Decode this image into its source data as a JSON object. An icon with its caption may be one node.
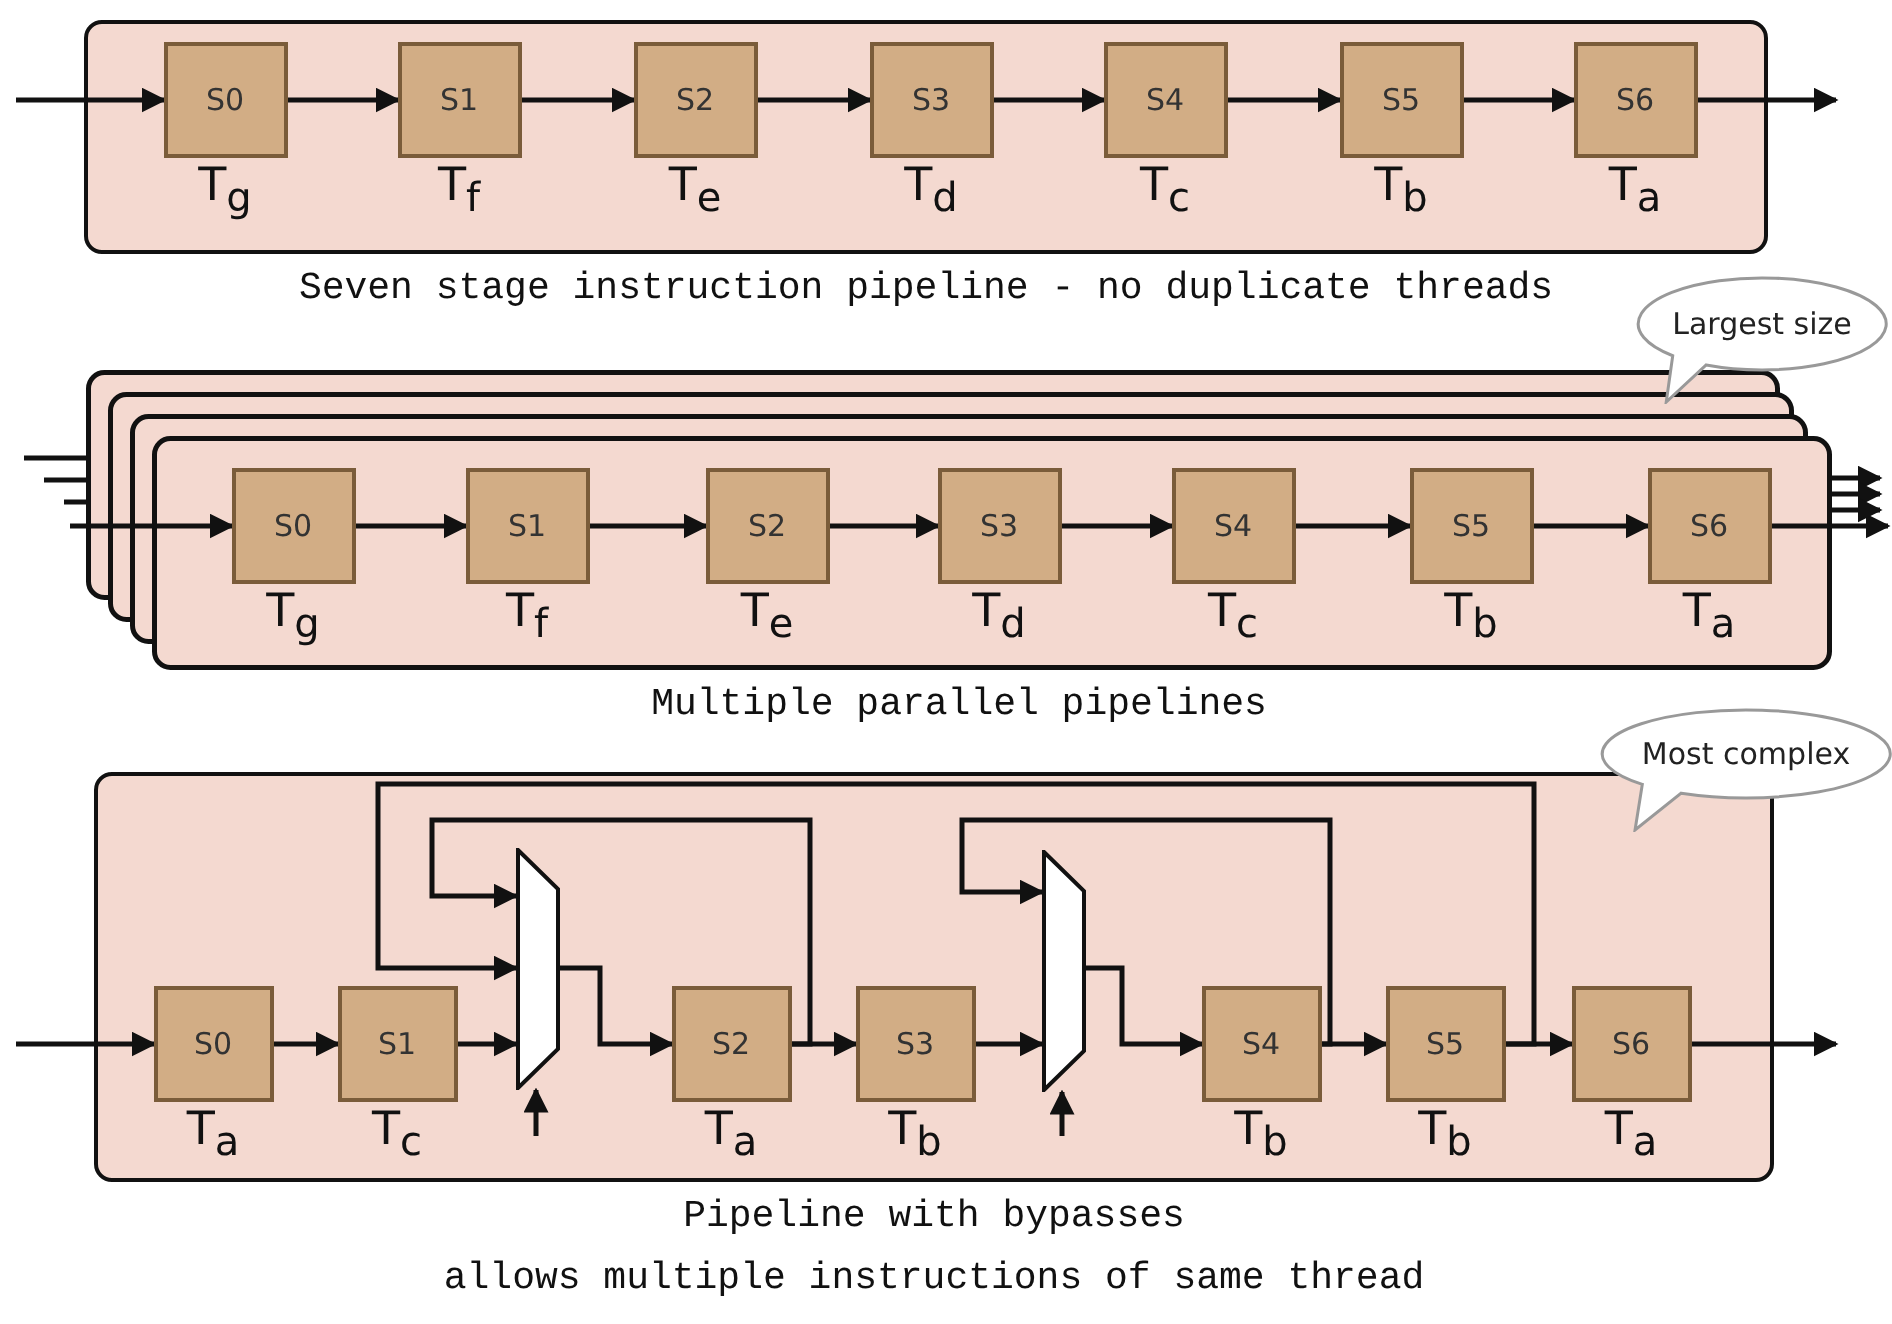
{
  "diagram": {
    "nodes": [
      {
        "text": [
          "Seven stage instruction pipeline - no duplicate threads"
        ]
      },
      {
        "text": [
          "S0"
        ],
        "beside": [
          "T$_{g}$"
        ],
        "in": 0
      },
      {
        "text": [
          "S1"
        ],
        "beside": [
          "T$_{f}$"
        ],
        "in": 0
      },
      {
        "text": [
          "S2"
        ],
        "beside": [
          "T$_{e}$"
        ],
        "in": 0
      },
      {
        "text": [
          "S3"
        ],
        "beside": [
          "T$_{d}$"
        ],
        "in": 0
      },
      {
        "text": [
          "S4"
        ],
        "beside": [
          "T$_{c}$"
        ],
        "in": 0
      },
      {
        "text": [
          "S5"
        ],
        "beside": [
          "T$_{b}$"
        ],
        "in": 0
      },
      {
        "text": [
          "S6"
        ],
        "beside": [
          "T$_{a}$"
        ],
        "in": 0
      },
      {
        "text": [
          "Largest size"
        ]
      },
      {
        "text": [
          "Multiple parallel pipelines"
        ]
      },
      {
        "text": [
          "S0"
        ],
        "beside": [
          "T$_{g}$"
        ],
        "in": 9
      },
      {
        "text": [
          "S1"
        ],
        "beside": [
          "T$_{f}$"
        ],
        "in": 9
      },
      {
        "text": [
          "S2"
        ],
        "beside": [
          "T$_{e}$"
        ],
        "in": 9
      },
      {
        "text": [
          "S3"
        ],
        "beside": [
          "T$_{d}$"
        ],
        "in": 9
      },
      {
        "text": [
          "S4"
        ],
        "beside": [
          "T$_{c}$"
        ],
        "in": 9
      },
      {
        "text": [
          "S5"
        ],
        "beside": [
          "T$_{b}$"
        ],
        "in": 9
      },
      {
        "text": [
          "S6"
        ],
        "beside": [
          "T$_{a}$"
        ],
        "in": 9
      },
      {
        "text": [
          "Most complex"
        ]
      },
      {
        "text": [
          "Pipeline with bypasses",
          "allows multiple instructions of same thread"
        ]
      },
      {
        "text": [
          "S0"
        ],
        "beside": [
          "T$_{a}$"
        ],
        "in": 18
      },
      {
        "text": [
          "S1"
        ],
        "beside": [
          "T$_{c}$"
        ],
        "in": 18
      },
      {
        "text": [],
        "shape": "trapezoid",
        "in": 18
      },
      {
        "text": [
          "S2"
        ],
        "beside": [
          "T$_{a}$"
        ],
        "in": 18
      },
      {
        "text": [
          "S3"
        ],
        "beside": [
          "T$_{b}$"
        ],
        "in": 18
      },
      {
        "text": [],
        "shape": "trapezoid",
        "in": 18
      },
      {
        "text": [
          "S4"
        ],
        "beside": [
          "T$_{b}$"
        ],
        "in": 18
      },
      {
        "text": [
          "S5"
        ],
        "beside": [
          "T$_{b}$"
        ],
        "in": 18
      },
      {
        "text": [
          "S6"
        ],
        "beside": [
          "T$_{a}$"
        ],
        "in": 18
      }
    ],
    "edges": [
      {
        "from": null,
        "to": 1,
        "arrow": "to"
      },
      {
        "from": 1,
        "to": 2,
        "arrow": "to"
      },
      {
        "from": 2,
        "to": 3,
        "arrow": "to"
      },
      {
        "from": 3,
        "to": 4,
        "arrow": "to"
      },
      {
        "from": 4,
        "to": 5,
        "arrow": "to"
      },
      {
        "from": 5,
        "to": 6,
        "arrow": "to"
      },
      {
        "from": 6,
        "to": 7,
        "arrow": "to"
      },
      {
        "from": 7,
        "to": null,
        "arrow": "to"
      },
      {
        "from": null,
        "to": 9,
        "arrow": "none"
      },
      {
        "from": null,
        "to": 9,
        "arrow": "none"
      },
      {
        "from": null,
        "to": 9,
        "arrow": "none"
      },
      {
        "from": null,
        "to": 10,
        "arrow": "to"
      },
      {
        "from": 10,
        "to": 11,
        "arrow": "to"
      },
      {
        "from": 11,
        "to": 12,
        "arrow": "to"
      },
      {
        "from": 12,
        "to": 13,
        "arrow": "to"
      },
      {
        "from": 13,
        "to": 14,
        "arrow": "to"
      },
      {
        "from": 14,
        "to": 15,
        "arrow": "to"
      },
      {
        "from": 15,
        "to": 16,
        "arrow": "to"
      },
      {
        "from": 16,
        "to": null,
        "arrow": "to"
      },
      {
        "from": 9,
        "to": null,
        "arrow": "to"
      },
      {
        "from": 9,
        "to": null,
        "arrow": "to"
      },
      {
        "from": 9,
        "to": null,
        "arrow": "to"
      },
      {
        "from": null,
        "to": 19,
        "arrow": "to"
      },
      {
        "from": 19,
        "to": 20,
        "arrow": "to"
      },
      {
        "from": 20,
        "to": 21,
        "arrow": "to"
      },
      {
        "from": 21,
        "to": 22,
        "arrow": "to"
      },
      {
        "from": 22,
        "to": 23,
        "arrow": "to"
      },
      {
        "from": 23,
        "to": 24,
        "arrow": "to"
      },
      {
        "from": 24,
        "to": 25,
        "arrow": "to"
      },
      {
        "from": 25,
        "to": 26,
        "arrow": "to"
      },
      {
        "from": 26,
        "to": 27,
        "arrow": "to"
      },
      {
        "from": 27,
        "to": null,
        "arrow": "to"
      },
      {
        "from": 22,
        "to": 21,
        "arrow": "to"
      },
      {
        "from": 26,
        "to": 21,
        "arrow": "to"
      },
      {
        "from": 25,
        "to": 24,
        "arrow": "to"
      },
      {
        "from": null,
        "to": 21,
        "arrow": "to"
      },
      {
        "from": null,
        "to": 24,
        "arrow": "to"
      }
    ]
  }
}
